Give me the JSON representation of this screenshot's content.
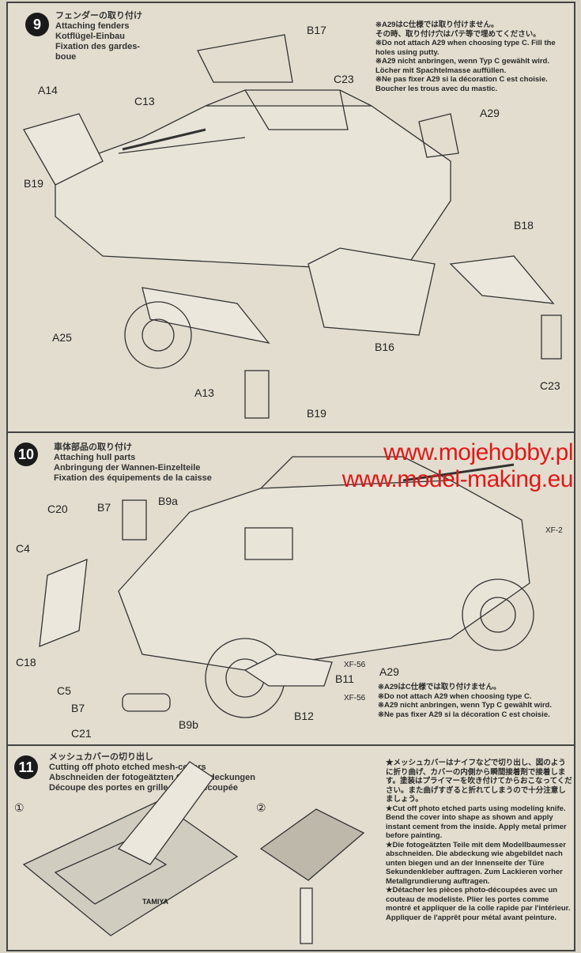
{
  "step9": {
    "number": "9",
    "title_ja": "フェンダーの取り付け",
    "title_en": "Attaching fenders",
    "title_de": "Kotflügel-Einbau",
    "title_fr": "Fixation des gardes-boue",
    "note": [
      "※A29はC仕様では取り付けません。",
      "その時、取り付け穴はパテ等で埋めてください。",
      "※Do not attach A29 when choosing type C. Fill the holes using putty.",
      "※A29 nicht anbringen, wenn Typ C gewählt wird. Löcher mit Spachtelmasse auffüllen.",
      "※Ne pas fixer A29 si la décoration C est choisie. Boucher les trous avec du mastic."
    ],
    "parts": [
      "B17",
      "C23",
      "C13",
      "A14",
      "B19",
      "A29",
      "B18",
      "A25",
      "A13",
      "B16",
      "C23",
      "B19"
    ]
  },
  "step10": {
    "number": "10",
    "title_ja": "車体部品の取り付け",
    "title_en": "Attaching hull parts",
    "title_de": "Anbringung der Wannen-Einzelteile",
    "title_fr": "Fixation des équipements de la caisse",
    "note": [
      "※A29はC仕様では取り付けません。",
      "※Do not attach A29 when choosing type C.",
      "※A29 nicht anbringen, wenn Typ C gewählt wird.",
      "※Ne pas fixer A29 si la décoration C est choisie."
    ],
    "parts": [
      "C20",
      "B7",
      "B9a",
      "C4",
      "XF-2",
      "C18",
      "C5",
      "B7",
      "C21",
      "B9b",
      "B12",
      "B11",
      "XF-56",
      "XF-56",
      "A29"
    ]
  },
  "step11": {
    "number": "11",
    "title_ja": "メッシュカバーの切り出し",
    "title_en": "Cutting off photo etched mesh-covers",
    "title_de": "Abschneiden der fotogeätzten Gitterabdeckungen",
    "title_fr": "Découpe des portes en grille photo-découpée",
    "sub": [
      "①",
      "②"
    ],
    "brand": "TAMIYA",
    "note": [
      "★メッシュカバーはナイフなどで切り出し、図のように折り曲げ、カバーの内側から瞬間接着剤で接着します。塗装はプライマーを吹き付けてからおこなってください。また曲げすぎると折れてしまうので十分注意しましょう。",
      "★Cut off photo etched parts using modeling knife. Bend the cover into shape as shown and apply instant cement from the inside. Apply metal primer before painting.",
      "★Die fotogeätzten Teile mit dem Modellbaumesser abschneiden. Die abdeckung wie abgebildet nach unten biegen und an der Innenseite der Türe Sekundenkleber auftragen. Zum Lackieren vorher Metallgrundierung auftragen.",
      "★Détacher les pièces photo-découpées avec un couteau de modeliste. Plier les portes comme montré et appliquer de la colle rapide par l'intérieur. Appliquer de l'apprêt pour métal avant peinture."
    ]
  },
  "watermark": [
    "www.mojehobby.pl",
    "www.model-making.eu"
  ]
}
